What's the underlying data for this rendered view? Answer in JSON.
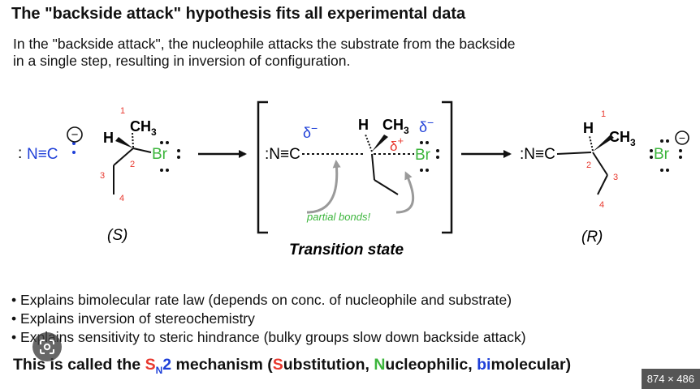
{
  "title": "The \"backside attack\" hypothesis fits all experimental data",
  "intro": {
    "line1": "In the \"backside attack\", the nucleophile attacks the substrate from the backside",
    "line2": "in a single step, resulting in inversion of configuration."
  },
  "diagram": {
    "reactant": {
      "nucleophile_dots": ":",
      "nucleophile": "N≡C",
      "charge": "−",
      "h": "H",
      "ch3": "CH",
      "ch3_sub": "3",
      "br": "Br",
      "num1": "1",
      "num2": "2",
      "num3": "3",
      "num4": "4",
      "label": "(S)"
    },
    "ts": {
      "nc": ":N≡C",
      "h": "H",
      "ch3": "CH",
      "ch3_sub": "3",
      "delta": "δ",
      "delta_minus": "−",
      "delta_plus": "+",
      "br": "Br",
      "annotation": "partial bonds!",
      "label": "Transition state"
    },
    "product": {
      "nc": ":N≡C",
      "h": "H",
      "ch3": "CH",
      "ch3_sub": "3",
      "num1": "1",
      "num2": "2",
      "num3": "3",
      "num4": "4",
      "br": "Br",
      "charge": "−",
      "label": "(R)"
    },
    "colors": {
      "red": "#e8392f",
      "green": "#3cb53c",
      "blue": "#1e3fd8",
      "gray_arrow": "#9a9a9a"
    }
  },
  "bullets": [
    "Explains bimolecular rate law (depends on conc. of nucleophile and substrate)",
    "Explains inversion of stereochemistry",
    "Explains sensitivity to steric hindrance (bulky groups slow down backside attack)"
  ],
  "bullet_marker": "•",
  "summary": {
    "prefix": "This is called the ",
    "s": "S",
    "n_sub": "N",
    "two": "2",
    "mid": " mechanism (",
    "s_word": "S",
    "s_rest": "ubstitution, ",
    "n_word": "N",
    "n_rest": "ucleophilic, ",
    "b_word": "bi",
    "b_rest": "molecular)"
  },
  "dimensions_badge": "874 × 486",
  "icons": {
    "lens": "google-lens-icon"
  }
}
